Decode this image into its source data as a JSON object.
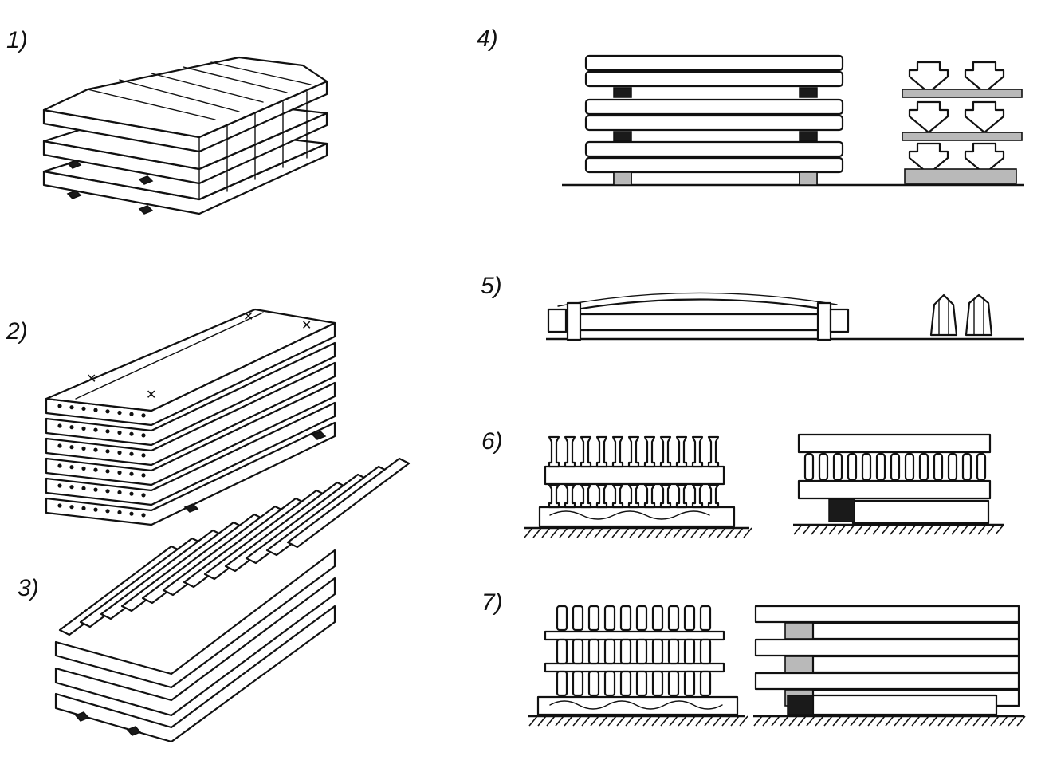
{
  "figure": {
    "labels": {
      "p1": "1)",
      "p2": "2)",
      "p3": "3)",
      "p4": "4)",
      "p5": "5)",
      "p6": "6)",
      "p7": "7)"
    }
  }
}
